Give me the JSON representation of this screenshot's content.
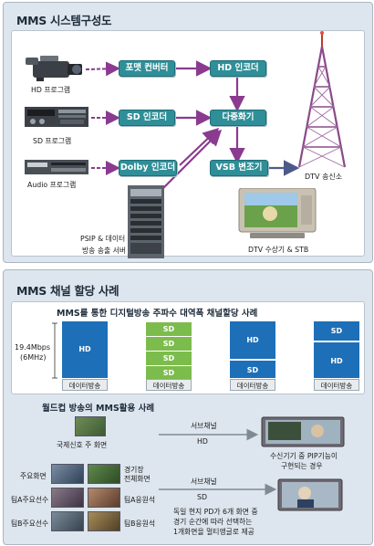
{
  "panel1": {
    "title": "MMS 시스템구성도",
    "devices": {
      "hd_label": "HD 프로그램",
      "sd_label": "SD 프로그램",
      "audio_label": "Audio 프로그램",
      "server_label_1": "PSIP & 데이터",
      "server_label_2": "방송 송출 서버"
    },
    "boxes": {
      "format_converter": "포맷 컨버터",
      "hd_encoder": "HD 인코더",
      "sd_encoder": "SD 인코더",
      "dolby_encoder": "Dolby 인코더",
      "multiplexer": "다중화기",
      "vsb_modulator": "VSB 변조기"
    },
    "tower_label": "DTV 송신소",
    "receiver_label": "DTV 수상기 & STB"
  },
  "panel2": {
    "title": "MMS 채널 할당 사례",
    "subtitle": "MMS를 통한 디지털방송 주파수 대역폭 채널할당 사례",
    "bandwidth_1": "19.4Mbps",
    "bandwidth_2": "(6MHz)",
    "columns": [
      {
        "cells": [
          "HD"
        ],
        "footer": "데이터방송"
      },
      {
        "cells": [
          "SD",
          "SD",
          "SD",
          "SD"
        ],
        "footer": "데이터방송"
      },
      {
        "cells": [
          "HD",
          "SD"
        ],
        "footer": "데이터방송"
      },
      {
        "cells": [
          "SD",
          "HD"
        ],
        "footer": "데이터방송"
      }
    ],
    "worldcup_title": "월드컵 방송의 MMS활용 사례",
    "intl_signal": "국제신호 주 화면",
    "sub_channel": "서브채널",
    "hd": "HD",
    "sd": "SD",
    "pip_text_1": "수신기기 중 PIP기능이",
    "pip_text_2": "구현되는 경우",
    "main_screen": "주요화면",
    "stadium_1": "경기장",
    "stadium_2": "전체화면",
    "team_a_player": "팀A주요선수",
    "team_a_fans": "팀A응원석",
    "team_b_player": "팀B주요선수",
    "team_b_fans": "팀B응원석",
    "desc_1": "독일 현지 PD가 6개 화면 중",
    "desc_2": "경기 순간에 따라 선택하는",
    "desc_3": "1개화면을 멀티앵글로 제공"
  },
  "colors": {
    "panel_bg": "#dde6ee",
    "box_teal": "#2f8f98",
    "arrow_purple": "#8a3b8f",
    "arrow_gray": "#7e8b96",
    "bar_blue": "#1d6fb8",
    "bar_green": "#7cbc4c"
  }
}
